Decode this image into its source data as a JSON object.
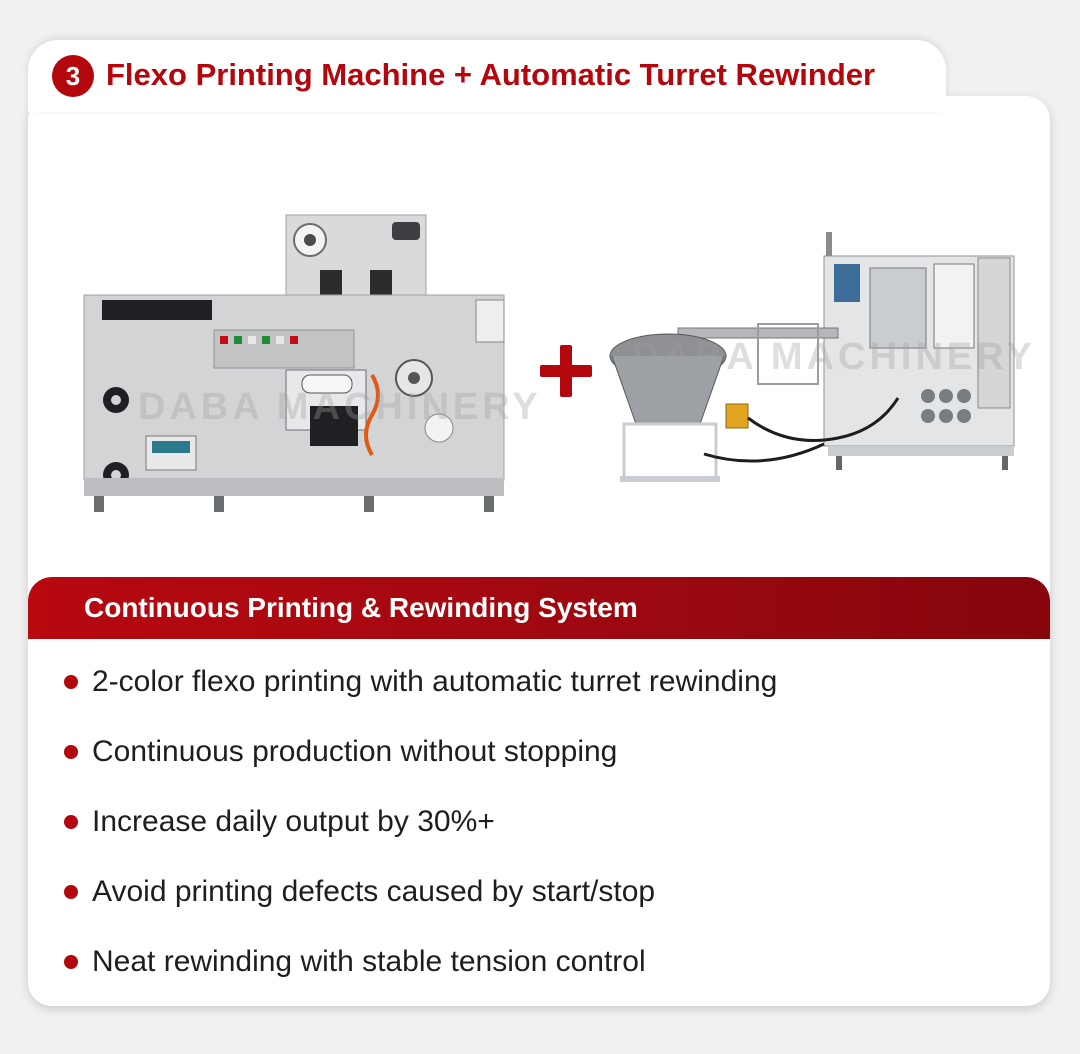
{
  "header": {
    "badge_number": "3",
    "title": "Flexo Printing Machine + Automatic Turret Rewinder"
  },
  "product_images": {
    "left_machine": {
      "icon": "flexo-printing-machine-image",
      "watermark": "DABA MACHINERY"
    },
    "plus_icon": "plus-icon",
    "right_machine": {
      "icon": "turret-rewinder-image",
      "watermark": "DABA MACHINERY"
    }
  },
  "section": {
    "title": "Continuous Printing & Rewinding System"
  },
  "features": [
    "2-color flexo printing with automatic turret rewinding",
    "Continuous production without stopping",
    "Increase daily output by 30%+",
    "Avoid printing defects caused by start/stop",
    "Neat rewinding with stable tension control"
  ],
  "colors": {
    "brand_red": "#b3060d",
    "dark_red": "#86060c",
    "card_background": "#ffffff",
    "page_background": "#f1f1f1",
    "text_dark": "#1e1e1e"
  }
}
